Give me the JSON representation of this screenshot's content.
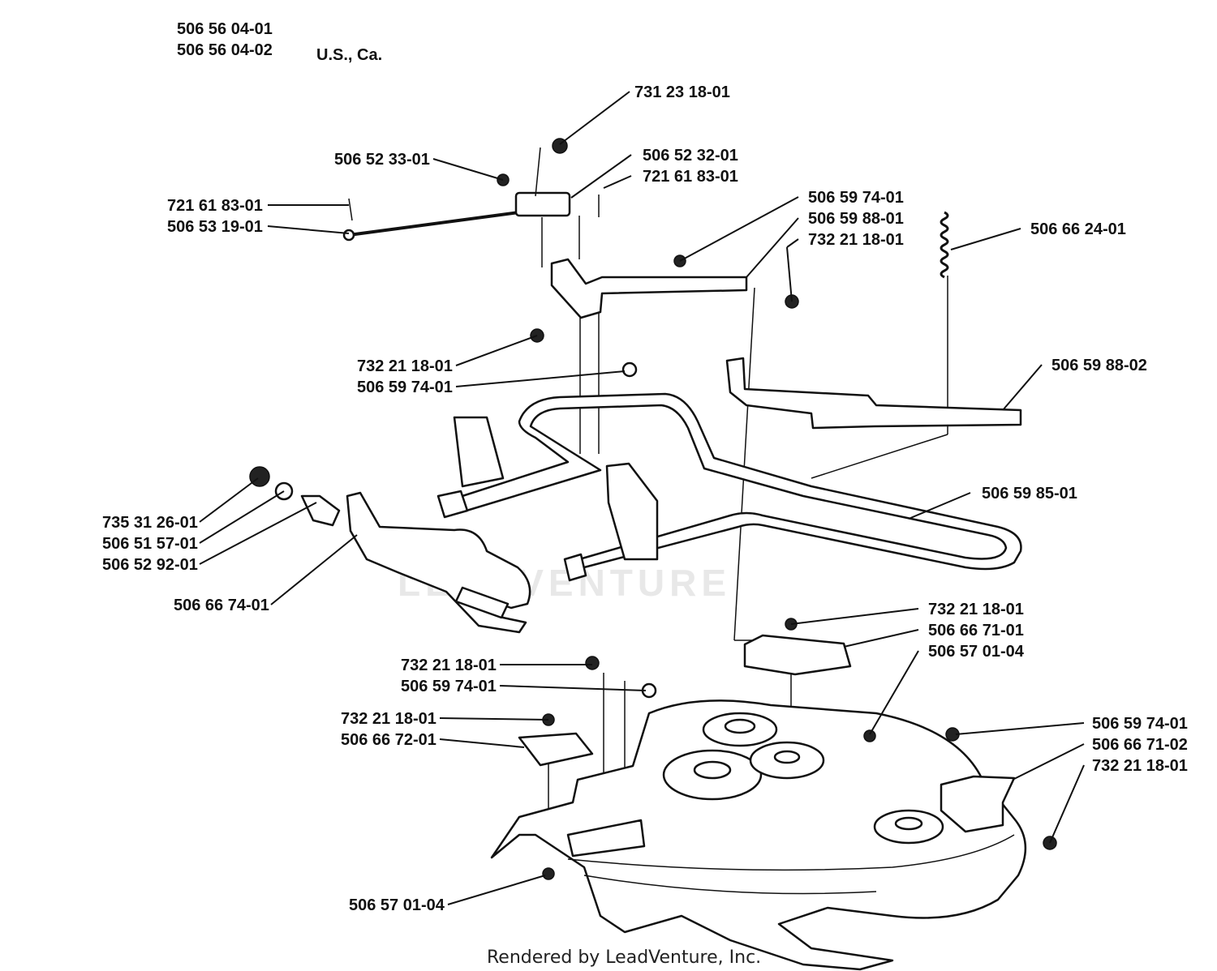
{
  "header": {
    "part_numbers": [
      "506 56 04-01",
      "506 56 04-02"
    ],
    "region": "U.S., Ca."
  },
  "watermark": "LEADVENTURE",
  "footer": "Rendered by LeadVenture, Inc.",
  "callouts": [
    "731 23 18-01",
    "506 52 33-01",
    "506 52 32-01",
    "721 61 83-01",
    "721 61 83-01",
    "506 53 19-01",
    "506 59 74-01",
    "506 59 88-01",
    "732 21 18-01",
    "506 66 24-01",
    "732 21 18-01",
    "506 59 74-01",
    "506 59 88-02",
    "506 59 85-01",
    "735 31 26-01",
    "506 51 57-01",
    "506 52 92-01",
    "506 66 74-01",
    "732 21 18-01",
    "506 66 71-01",
    "506 57 01-04",
    "732 21 18-01",
    "506 59 74-01",
    "732 21 18-01",
    "506 66 72-01",
    "506 59 74-01",
    "506 66 71-02",
    "732 21 18-01",
    "506 57 01-04"
  ]
}
